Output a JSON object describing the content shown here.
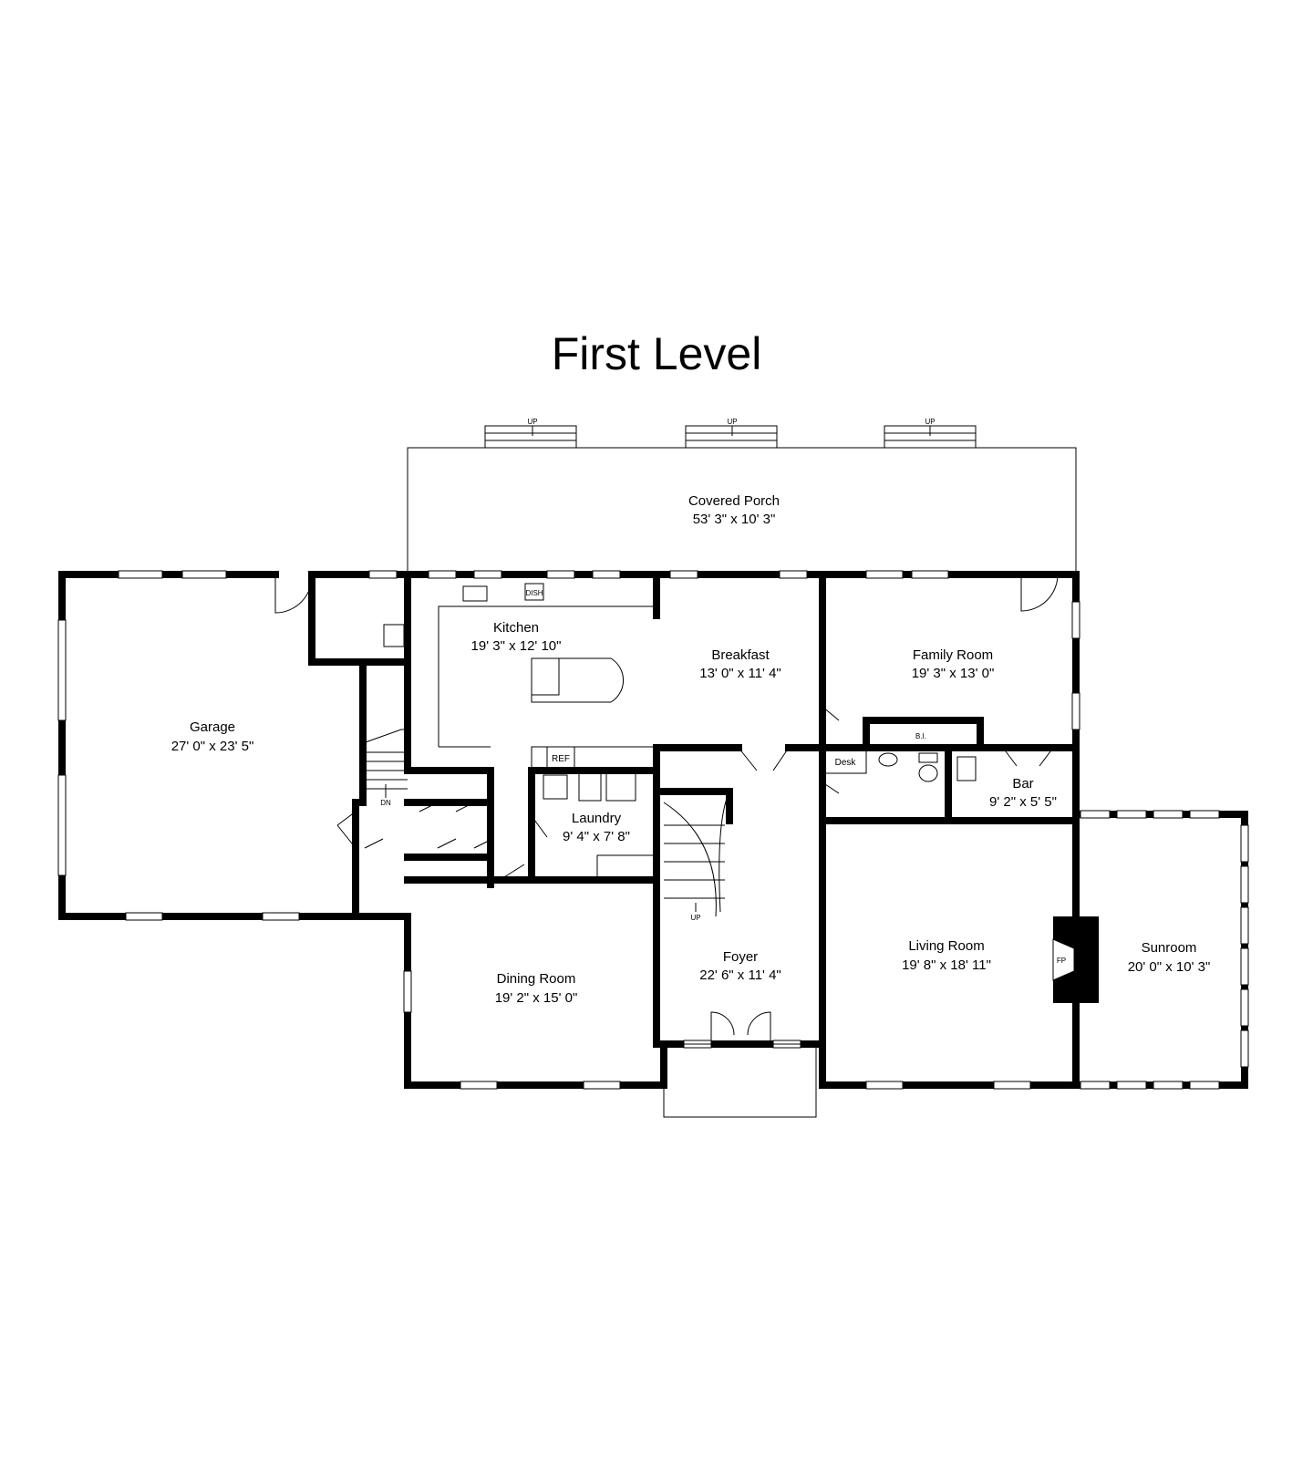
{
  "title": "First Level",
  "rooms": {
    "porch": {
      "name": "Covered Porch",
      "dim": "53' 3\" x 10' 3\""
    },
    "garage": {
      "name": "Garage",
      "dim": "27' 0\" x 23' 5\""
    },
    "kitchen": {
      "name": "Kitchen",
      "dim": "19' 3\" x 12' 10\""
    },
    "breakfast": {
      "name": "Breakfast",
      "dim": "13' 0\" x 11' 4\""
    },
    "family": {
      "name": "Family Room",
      "dim": "19' 3\" x 13' 0\""
    },
    "laundry": {
      "name": "Laundry",
      "dim": "9' 4\" x 7' 8\""
    },
    "bar": {
      "name": "Bar",
      "dim": "9' 2\" x 5' 5\""
    },
    "dining": {
      "name": "Dining Room",
      "dim": "19' 2\" x 15' 0\""
    },
    "foyer": {
      "name": "Foyer",
      "dim": "22' 6\" x 11' 4\""
    },
    "living": {
      "name": "Living Room",
      "dim": "19' 8\" x 18' 11\""
    },
    "sunroom": {
      "name": "Sunroom",
      "dim": "20' 0\" x 10' 3\""
    }
  },
  "labels": {
    "up": "UP",
    "dn": "DN",
    "dish": "DISH",
    "ref": "REF",
    "desk": "Desk",
    "bi": "B.I.",
    "fp": "FP"
  }
}
